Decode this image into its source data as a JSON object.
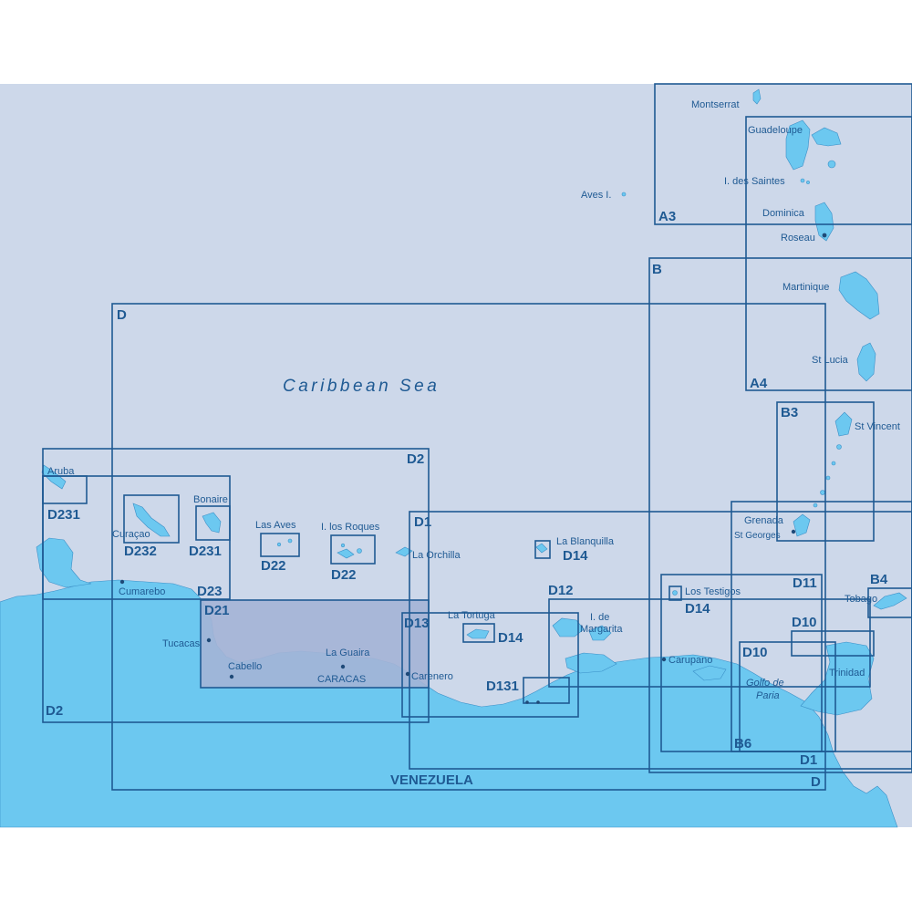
{
  "colors": {
    "background": "#ffffff",
    "sea": "#cdd8ea",
    "land": "#6cc8f0",
    "land_outline": "#3a8fc7",
    "frame": "#1f5a93",
    "highlight": "#a4b4d6",
    "label": "#1f5a93"
  },
  "map": {
    "sea_label": "Caribbean Sea",
    "country_label": "VENEZUELA",
    "chart_codes": [
      "A3",
      "A4",
      "B",
      "B3",
      "B4",
      "B6",
      "D",
      "D",
      "D1",
      "D1",
      "D2",
      "D2",
      "D10",
      "D11",
      "D12",
      "D13",
      "D14",
      "D14",
      "D14",
      "D21",
      "D22",
      "D22",
      "D23",
      "D131",
      "D231",
      "D231",
      "D232"
    ],
    "places": [
      "Montserrat",
      "Guadeloupe",
      "I. des Saintes",
      "Dominica",
      "Roseau",
      "Aves I.",
      "Martinique",
      "St Lucia",
      "St Vincent",
      "Grenada",
      "St Georges",
      "Tobago",
      "Trinidad",
      "Golfo de",
      "Paria",
      "Carupano",
      "Los Testigos",
      "La Blanquilla",
      "I. de",
      "Margarita",
      "La Tortuga",
      "Carenero",
      "La Guaira",
      "CARACAS",
      "Cabello",
      "Tucacas",
      "Cumarebo",
      "Aruba",
      "Curaçao",
      "Bonaire",
      "Las Aves",
      "I. los Roques",
      "La Orchilla"
    ]
  }
}
